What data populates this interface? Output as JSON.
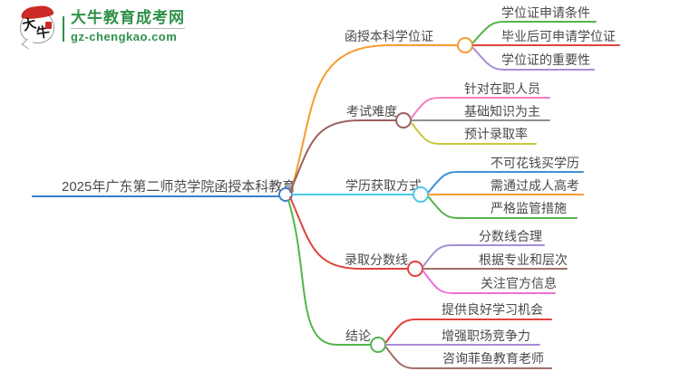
{
  "logo": {
    "title": "大牛教育成考网",
    "subtitle": "gz-chengkao.com",
    "bubble_char_1": "大",
    "bubble_char_2": "牛",
    "brand_green": "#2e9147",
    "brand_red": "#cc2a24"
  },
  "central": {
    "label": "2025年广东第二师范学院函授本科教育",
    "color": "#3d7ecc"
  },
  "branches": [
    {
      "label": "函授本科学位证",
      "color": "#f59b30",
      "children": [
        {
          "label": "学位证申请条件",
          "color": "#52b54b"
        },
        {
          "label": "毕业后可申请学位证",
          "color": "#e0433a"
        },
        {
          "label": "学位证的重要性",
          "color": "#a78cd8"
        }
      ]
    },
    {
      "label": "考试难度",
      "color": "#9b5f5f",
      "children": [
        {
          "label": "针对在职人员",
          "color": "#f47fc0"
        },
        {
          "label": "基础知识为主",
          "color": "#8f8f8f"
        },
        {
          "label": "预计录取率",
          "color": "#c6c93f"
        }
      ]
    },
    {
      "label": "学历获取方式",
      "color": "#4cc8e8",
      "children": [
        {
          "label": "不可花钱买学历",
          "color": "#4090d8"
        },
        {
          "label": "需通过成人高考",
          "color": "#f59b30"
        },
        {
          "label": "严格监管措施",
          "color": "#52b54b"
        }
      ]
    },
    {
      "label": "录取分数线",
      "color": "#e0433a",
      "children": [
        {
          "label": "分数线合理",
          "color": "#a78cd8"
        },
        {
          "label": "根据专业和层次",
          "color": "#9d6f64"
        },
        {
          "label": "关注官方信息",
          "color": "#ee6fd6"
        }
      ]
    },
    {
      "label": "结论",
      "color": "#52b54b",
      "children": [
        {
          "label": "提供良好学习机会",
          "color": "#e0433a"
        },
        {
          "label": "增强职场竞争力",
          "color": "#a78cd8"
        },
        {
          "label": "咨询菲鱼教育老师",
          "color": "#9d6f64"
        }
      ]
    }
  ]
}
